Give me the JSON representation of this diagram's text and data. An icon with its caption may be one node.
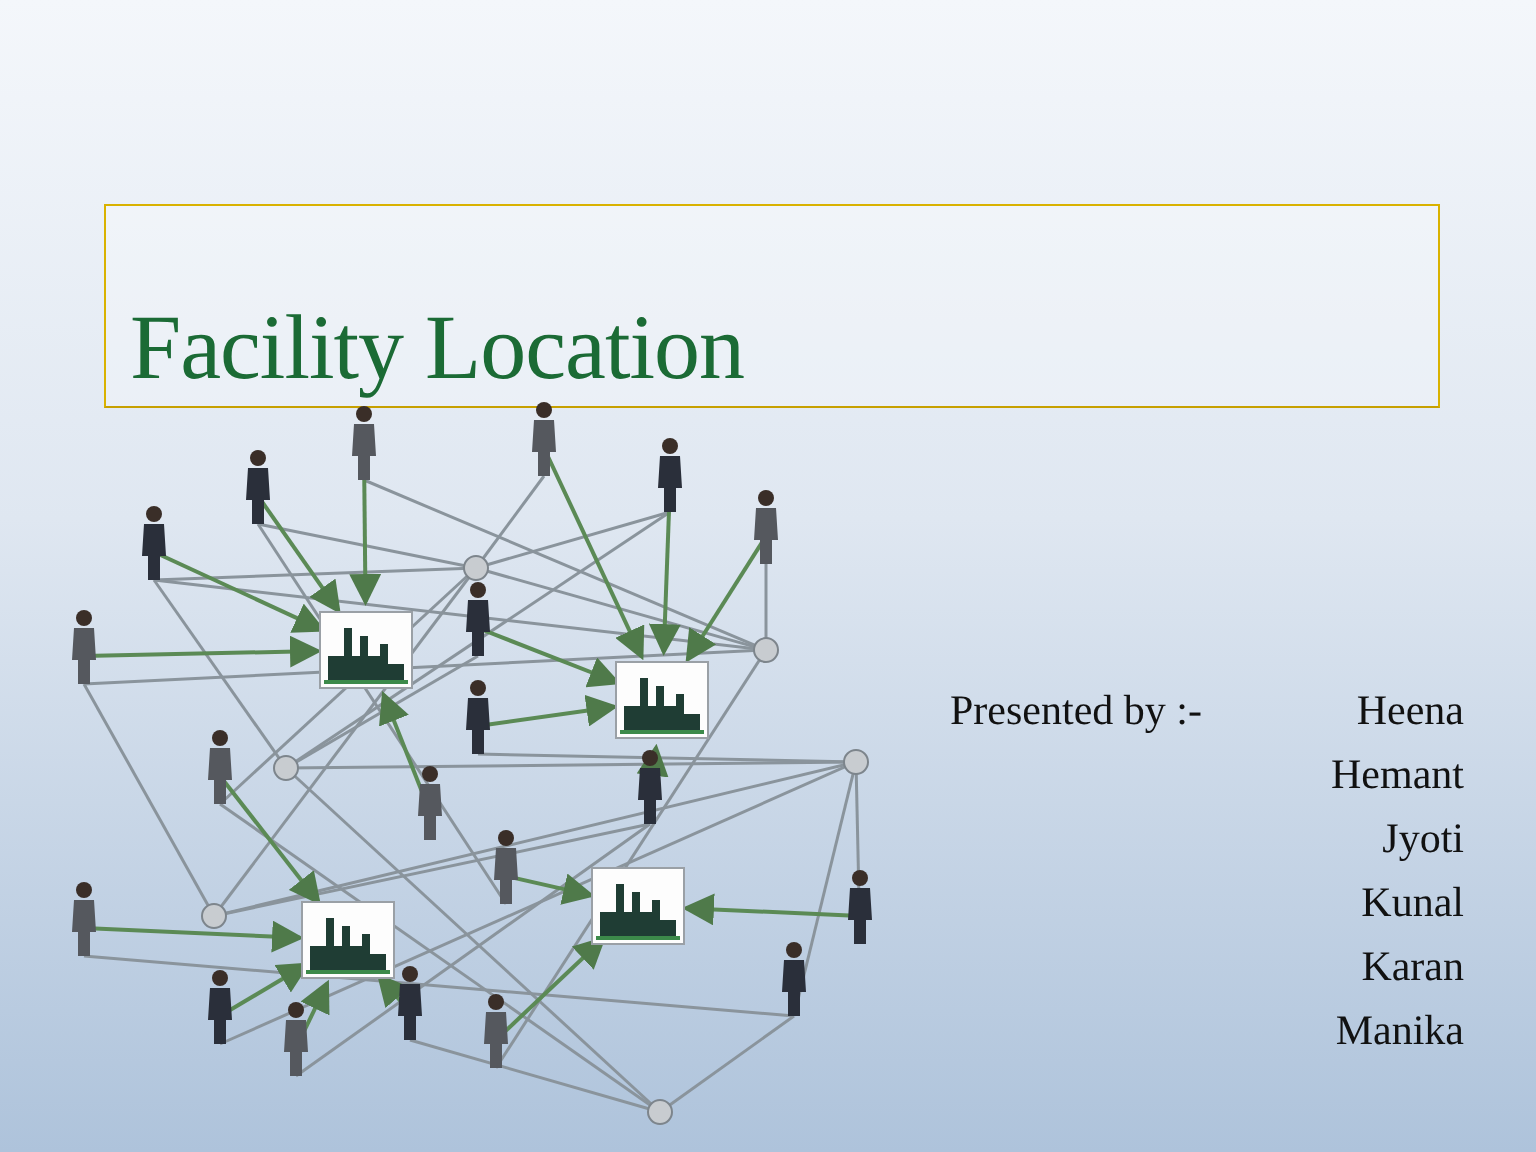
{
  "diagram": {
    "title": "Facility Location",
    "labels": [
      "Presented by :-",
      "Heena",
      "Hemant",
      "Jyoti",
      "Kunal",
      "Karan",
      "Manika"
    ]
  }
}
